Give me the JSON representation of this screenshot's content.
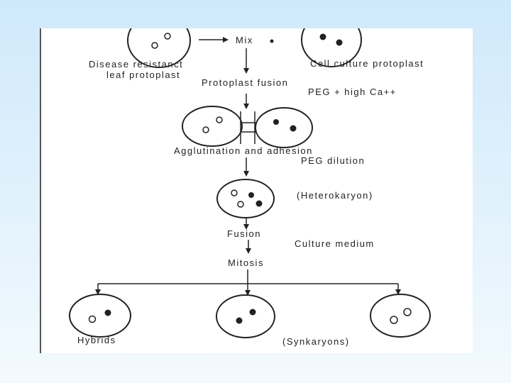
{
  "labels": {
    "mix": "Mix",
    "disease_resistant_line1": "Disease resistanct",
    "disease_resistant_line2": "leaf protoplast",
    "cell_culture": "Cell culture protoplast",
    "protoplast_fusion": "Protoplast fusion",
    "peg_high_ca": "PEG + high Ca++",
    "agglutination": "Agglutination and adhesion",
    "peg_dilution": "PEG dilution",
    "heterokaryon": "(Heterokaryon)",
    "fusion": "Fusion",
    "culture_medium": "Culture medium",
    "mitosis": "Mitosis",
    "hybrids": "Hybrids",
    "synkaryons": "(Synkaryons)"
  },
  "colors": {
    "background_top": "#cfe9fb",
    "panel": "#ffffff",
    "ink": "#222222"
  }
}
